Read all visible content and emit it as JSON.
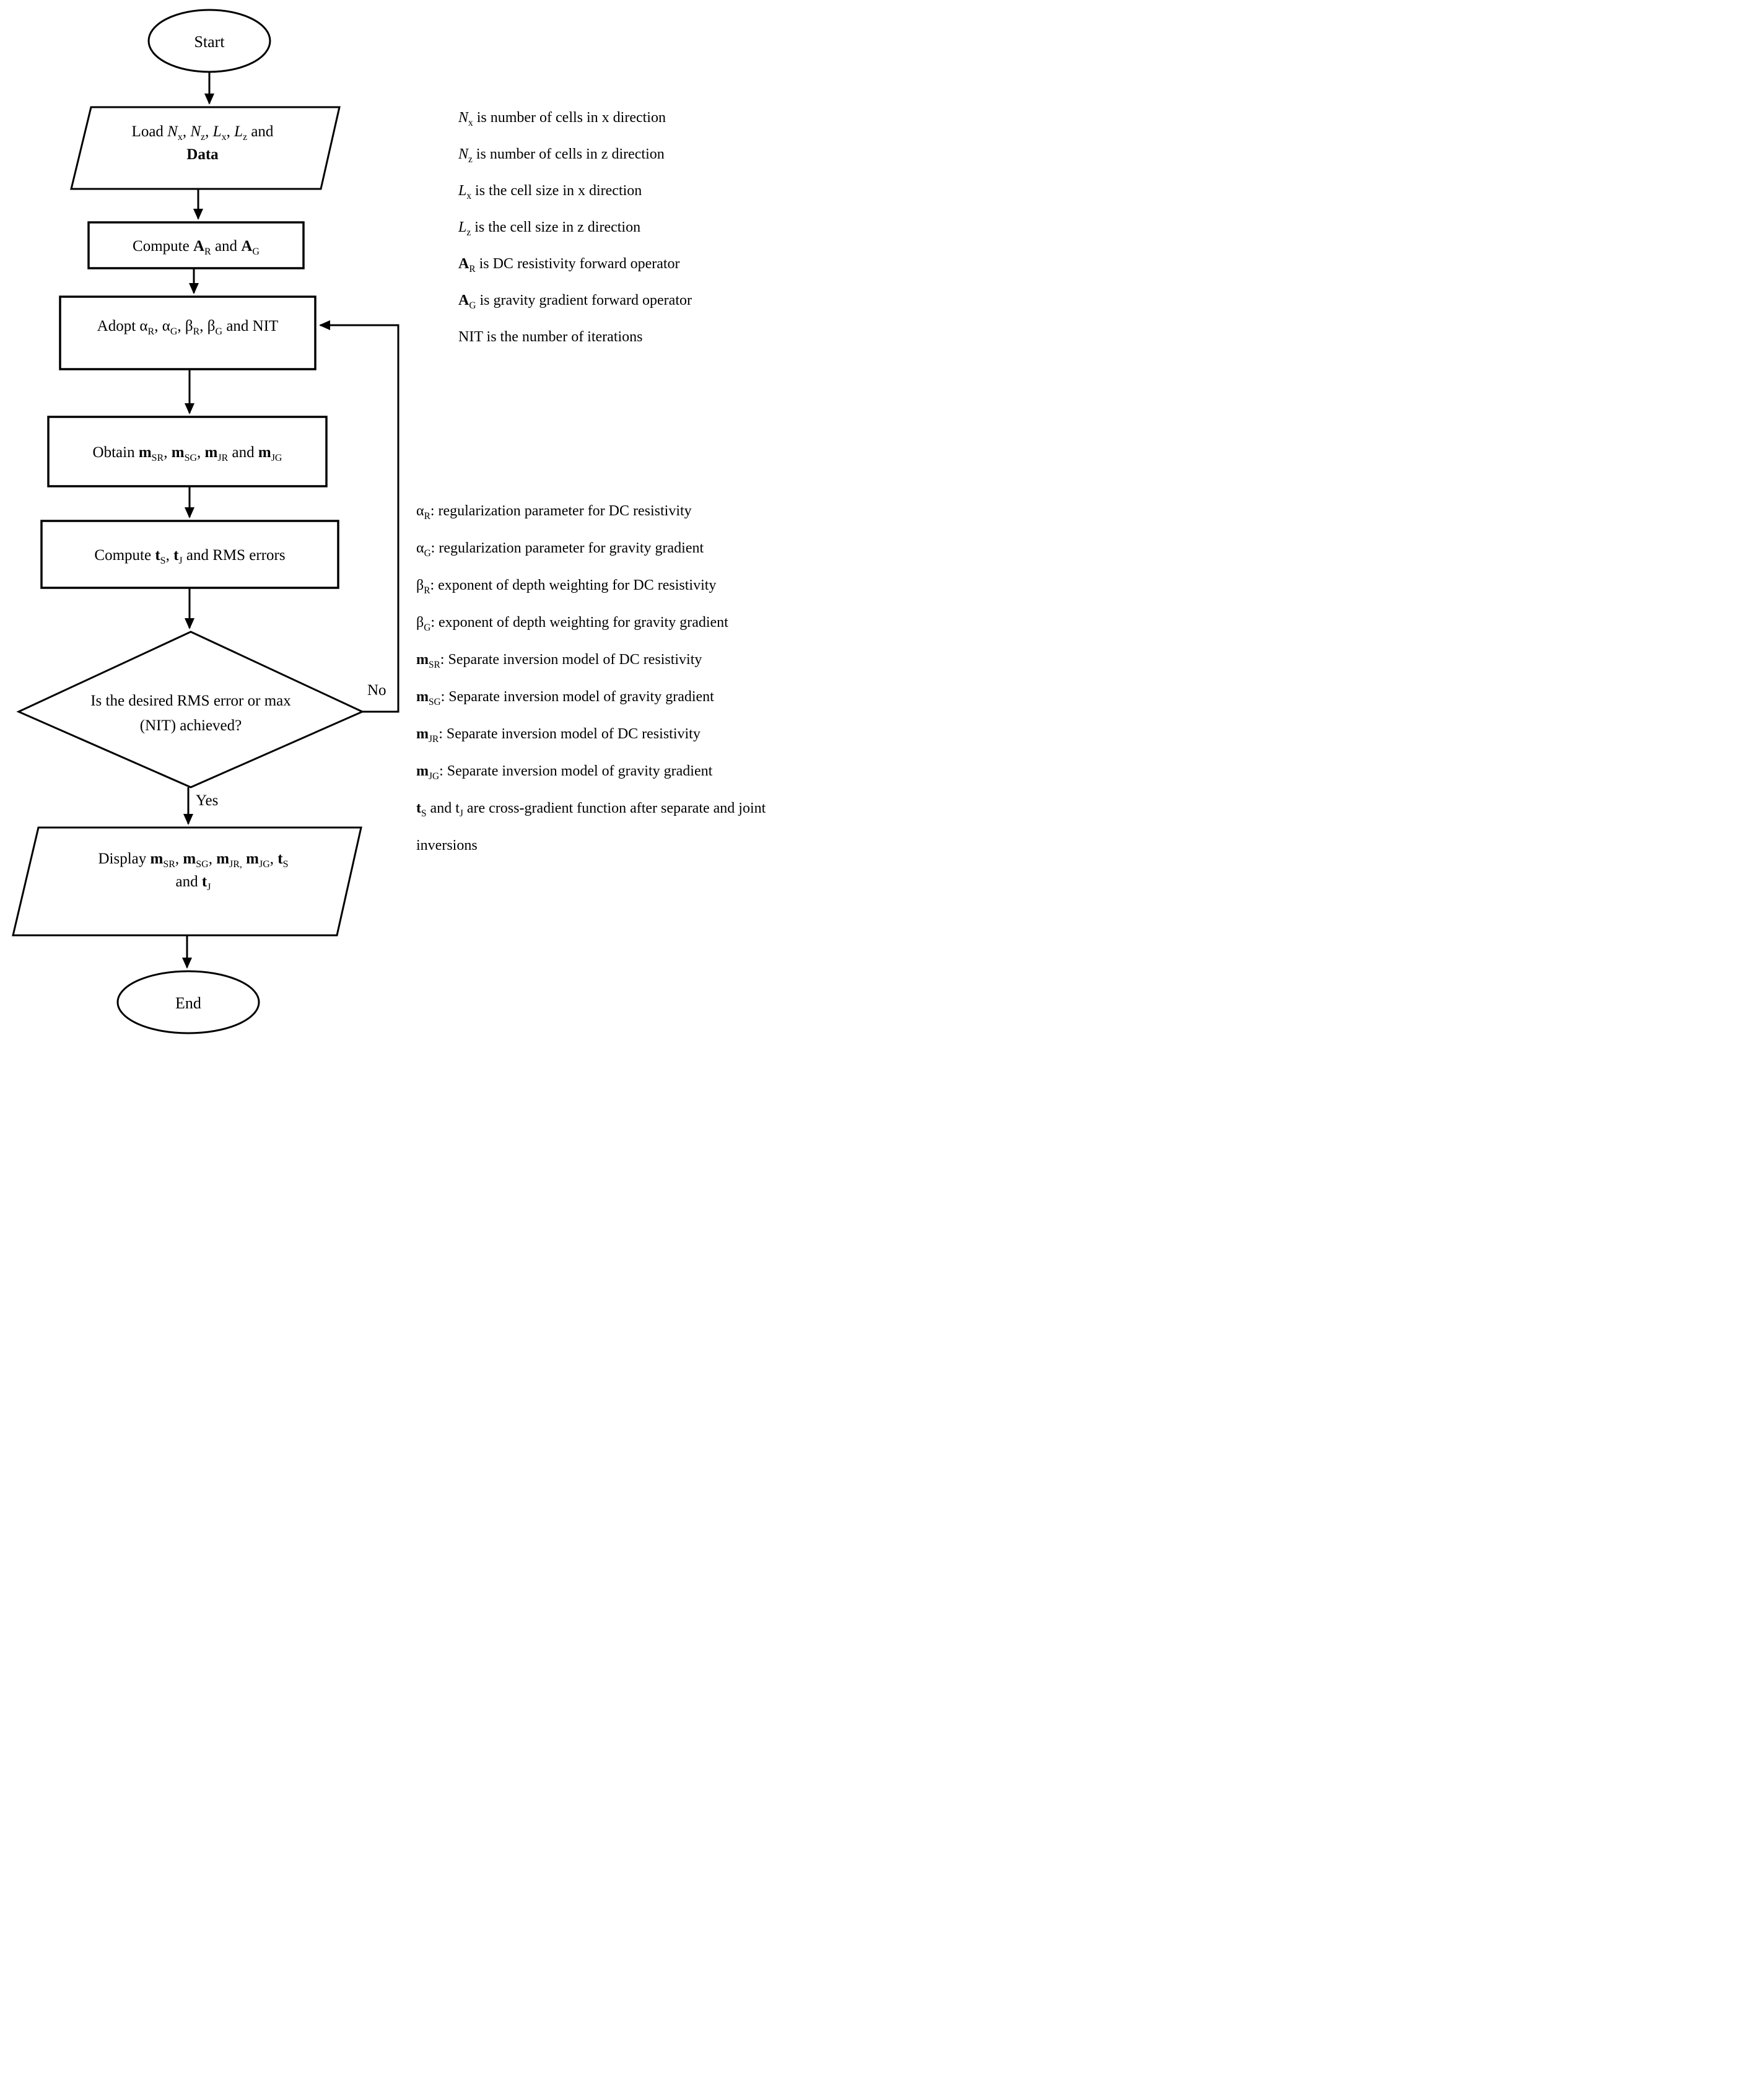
{
  "meta": {
    "figure_type": "flowchart",
    "ink_color": "#000000",
    "background_color": "#ffffff"
  },
  "flowchart": {
    "nodes": {
      "start": {
        "label": "Start"
      },
      "load": {
        "segments": [
          {
            "t": "Load "
          },
          {
            "t": "N",
            "s": "i"
          },
          {
            "t": "x",
            "s": "sub"
          },
          {
            "t": ", "
          },
          {
            "t": "N",
            "s": "i"
          },
          {
            "t": "z",
            "s": "sub"
          },
          {
            "t": ", "
          },
          {
            "t": "L",
            "s": "i"
          },
          {
            "t": "x",
            "s": "sub"
          },
          {
            "t": ", "
          },
          {
            "t": "L",
            "s": "i"
          },
          {
            "t": "z",
            "s": "sub"
          },
          {
            "t": " and"
          },
          {
            "br": true
          },
          {
            "t": "Data",
            "s": "b"
          }
        ]
      },
      "compute_operators": {
        "segments": [
          {
            "t": "Compute "
          },
          {
            "t": "A",
            "s": "b"
          },
          {
            "t": "R",
            "s": "sub"
          },
          {
            "t": " and "
          },
          {
            "t": "A",
            "s": "b"
          },
          {
            "t": "G",
            "s": "sub"
          }
        ]
      },
      "adopt_parameters": {
        "segments": [
          {
            "t": "Adopt "
          },
          {
            "t": "α"
          },
          {
            "t": "R",
            "s": "sub"
          },
          {
            "t": ", "
          },
          {
            "t": "α"
          },
          {
            "t": "G",
            "s": "sub"
          },
          {
            "t": ", "
          },
          {
            "t": "β"
          },
          {
            "t": "R",
            "s": "sub"
          },
          {
            "t": ", "
          },
          {
            "t": "β"
          },
          {
            "t": "G",
            "s": "sub"
          },
          {
            "t": " and NIT"
          }
        ]
      },
      "obtain_models": {
        "segments": [
          {
            "t": "Obtain "
          },
          {
            "t": "m",
            "s": "b"
          },
          {
            "t": "SR",
            "s": "sub"
          },
          {
            "t": ", "
          },
          {
            "t": "m",
            "s": "b"
          },
          {
            "t": "SG",
            "s": "sub"
          },
          {
            "t": ", "
          },
          {
            "t": "m",
            "s": "b"
          },
          {
            "t": "JR",
            "s": "sub"
          },
          {
            "t": " and "
          },
          {
            "t": "m",
            "s": "b"
          },
          {
            "t": "JG",
            "s": "sub"
          }
        ]
      },
      "compute_errors": {
        "segments": [
          {
            "t": "Compute "
          },
          {
            "t": "t",
            "s": "b"
          },
          {
            "t": "S",
            "s": "sub"
          },
          {
            "t": ", "
          },
          {
            "t": "t",
            "s": "b"
          },
          {
            "t": "J",
            "s": "sub"
          },
          {
            "t": " and RMS errors"
          }
        ]
      },
      "decision": {
        "segments": [
          {
            "t": "Is the desired RMS error or max"
          },
          {
            "br": true
          },
          {
            "t": "(NIT) achieved?"
          }
        ]
      },
      "display": {
        "segments": [
          {
            "t": "Display "
          },
          {
            "t": "m",
            "s": "b"
          },
          {
            "t": "SR",
            "s": "sub"
          },
          {
            "t": ", "
          },
          {
            "t": "m",
            "s": "b"
          },
          {
            "t": "SG",
            "s": "sub"
          },
          {
            "t": ", "
          },
          {
            "t": "m",
            "s": "b"
          },
          {
            "t": "JR,",
            "s": "sub"
          },
          {
            "t": " "
          },
          {
            "t": "m",
            "s": "b"
          },
          {
            "t": "JG",
            "s": "sub"
          },
          {
            "t": ", "
          },
          {
            "t": "t",
            "s": "b"
          },
          {
            "t": "S",
            "s": "sub"
          },
          {
            "br": true
          },
          {
            "t": "and "
          },
          {
            "t": "t",
            "s": "b"
          },
          {
            "t": "J",
            "s": "sub"
          }
        ]
      },
      "end": {
        "label": "End"
      }
    },
    "edge_labels": {
      "no": "No",
      "yes": "Yes"
    }
  },
  "legend": {
    "top": [
      {
        "segments": [
          {
            "t": "N",
            "s": "i"
          },
          {
            "t": "x",
            "s": "sub"
          },
          {
            "t": " is number of cells in x direction"
          }
        ]
      },
      {
        "segments": [
          {
            "t": "N",
            "s": "i"
          },
          {
            "t": "z",
            "s": "sub"
          },
          {
            "t": " is number of cells in z direction"
          }
        ]
      },
      {
        "segments": [
          {
            "t": "L",
            "s": "i"
          },
          {
            "t": "x",
            "s": "sub"
          },
          {
            "t": " is the cell size in x direction"
          }
        ]
      },
      {
        "segments": [
          {
            "t": "L",
            "s": "i"
          },
          {
            "t": "z",
            "s": "sub"
          },
          {
            "t": " is the cell size in z direction"
          }
        ]
      },
      {
        "segments": [
          {
            "t": "A",
            "s": "b"
          },
          {
            "t": "R",
            "s": "sub"
          },
          {
            "t": " is DC resistivity forward operator"
          }
        ]
      },
      {
        "segments": [
          {
            "t": "A",
            "s": "b"
          },
          {
            "t": "G",
            "s": "sub"
          },
          {
            "t": " is gravity gradient forward operator"
          }
        ]
      },
      {
        "segments": [
          {
            "t": "NIT is the number of iterations"
          }
        ]
      }
    ],
    "bottom": [
      {
        "segments": [
          {
            "t": "α"
          },
          {
            "t": "R",
            "s": "sub"
          },
          {
            "t": ": regularization parameter for DC resistivity"
          }
        ]
      },
      {
        "segments": [
          {
            "t": "α"
          },
          {
            "t": "G",
            "s": "sub"
          },
          {
            "t": ": regularization parameter for gravity gradient"
          }
        ]
      },
      {
        "segments": [
          {
            "t": "β"
          },
          {
            "t": "R",
            "s": "sub"
          },
          {
            "t": ": exponent of depth weighting for DC resistivity"
          }
        ]
      },
      {
        "segments": [
          {
            "t": "β"
          },
          {
            "t": "G",
            "s": "sub"
          },
          {
            "t": ": exponent of depth weighting for gravity gradient"
          }
        ]
      },
      {
        "segments": [
          {
            "t": "m",
            "s": "b"
          },
          {
            "t": "SR",
            "s": "sub"
          },
          {
            "t": ": Separate inversion model of DC resistivity"
          }
        ]
      },
      {
        "segments": [
          {
            "t": "m",
            "s": "b"
          },
          {
            "t": "SG",
            "s": "sub"
          },
          {
            "t": ": Separate inversion model of gravity gradient"
          }
        ]
      },
      {
        "segments": [
          {
            "t": "m",
            "s": "b"
          },
          {
            "t": "JR",
            "s": "sub"
          },
          {
            "t": ": Separate inversion model of DC resistivity"
          }
        ]
      },
      {
        "segments": [
          {
            "t": "m",
            "s": "b"
          },
          {
            "t": "JG",
            "s": "sub"
          },
          {
            "t": ": Separate inversion model of gravity gradient"
          }
        ]
      },
      {
        "segments": [
          {
            "t": "t",
            "s": "b"
          },
          {
            "t": "S",
            "s": "sub"
          },
          {
            "t": " and t"
          },
          {
            "t": "J",
            "s": "sub"
          },
          {
            "t": " are cross-gradient function after separate and joint"
          },
          {
            "br": true
          },
          {
            "t": "inversions"
          }
        ]
      }
    ]
  }
}
